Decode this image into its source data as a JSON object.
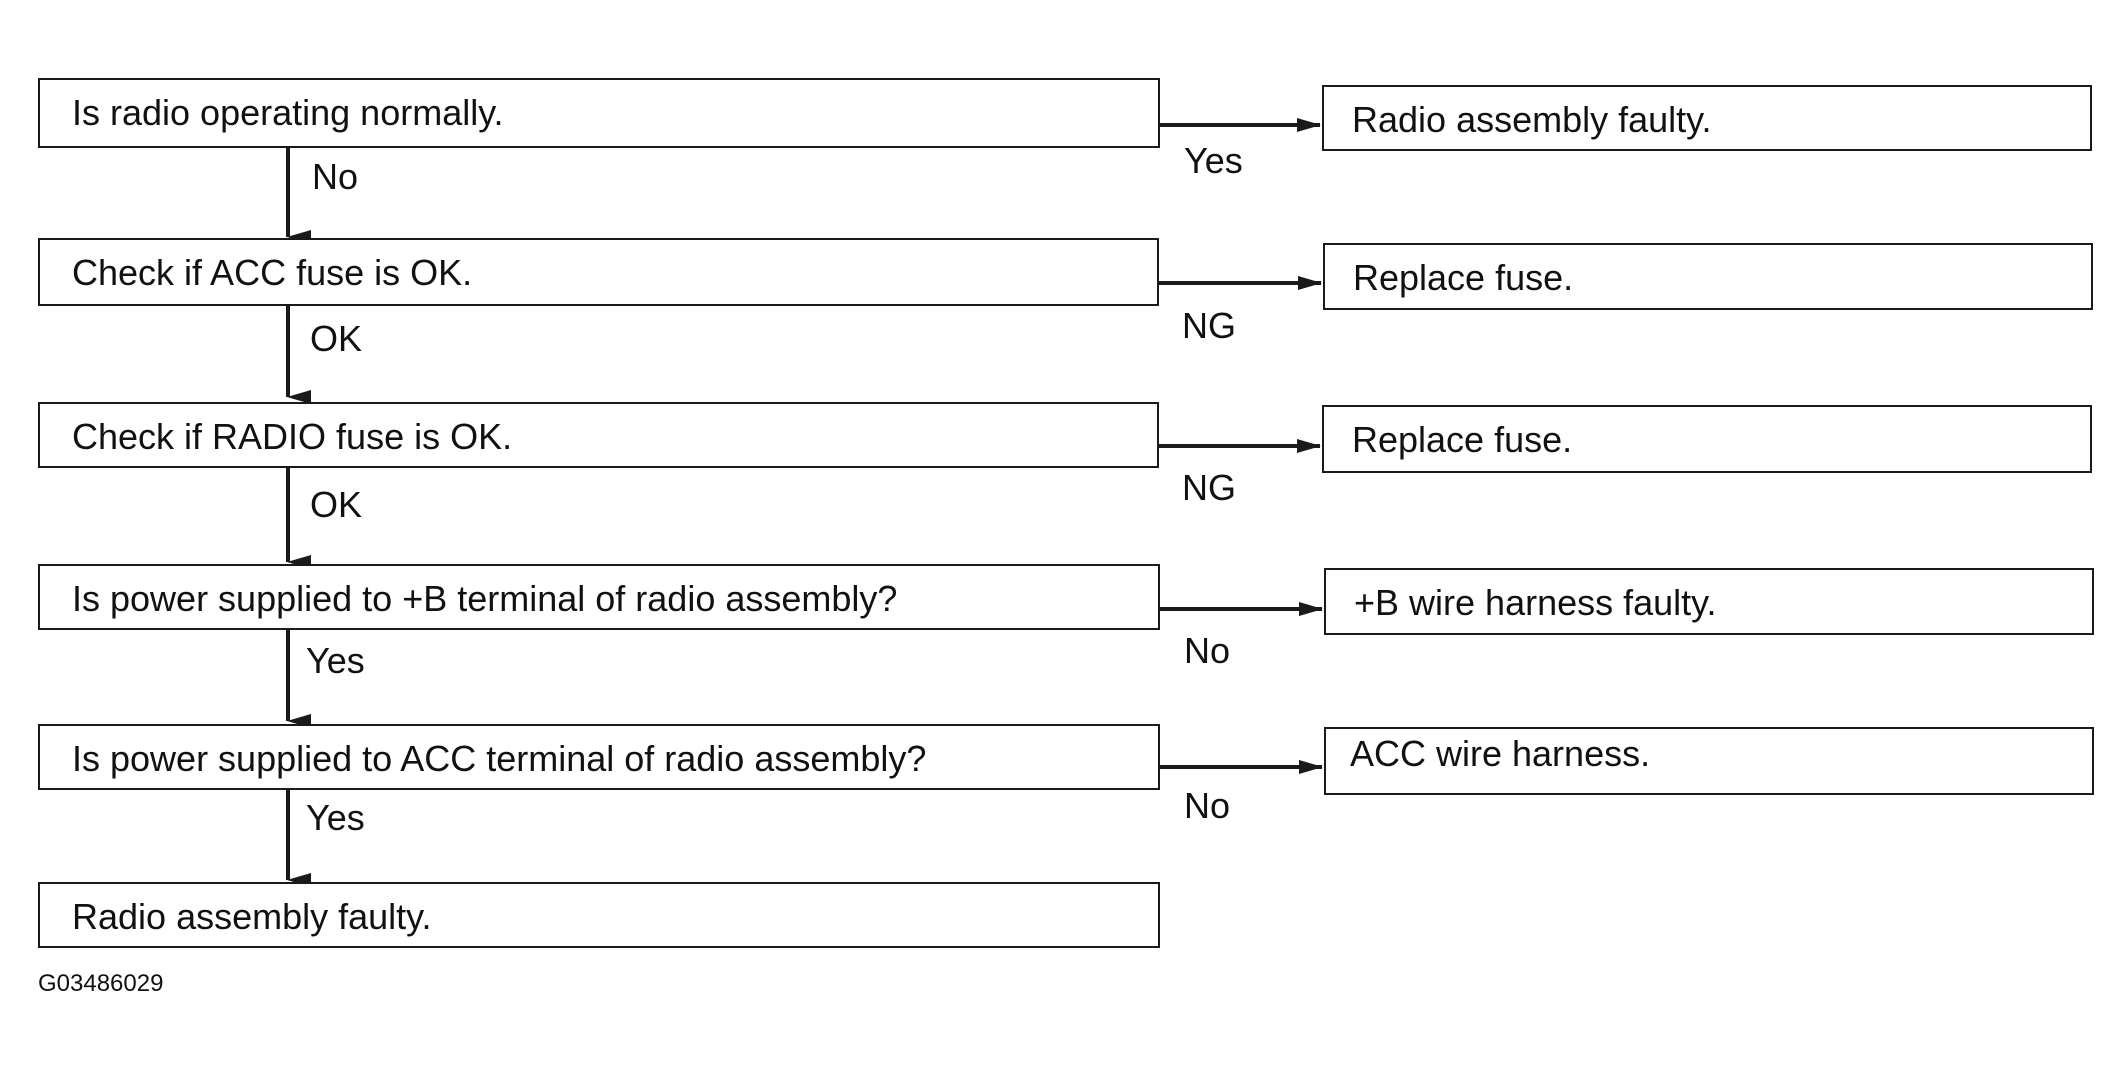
{
  "steps": [
    {
      "text": "Is radio operating normally.",
      "branch_label": "Yes",
      "branch_result": "Radio assembly faulty.",
      "down_label": "No"
    },
    {
      "text": "Check if ACC fuse is OK.",
      "branch_label": "NG",
      "branch_result": "Replace fuse.",
      "down_label": "OK"
    },
    {
      "text": "Check if RADIO fuse is OK.",
      "branch_label": "NG",
      "branch_result": "Replace fuse.",
      "down_label": "OK"
    },
    {
      "text": "Is power supplied to +B terminal of radio assembly?",
      "branch_label": "No",
      "branch_result": "+B wire harness faulty.",
      "down_label": "Yes"
    },
    {
      "text": "Is power supplied to ACC terminal of radio assembly?",
      "branch_label": "No",
      "branch_result": "ACC wire harness.",
      "down_label": "Yes"
    }
  ],
  "final_result": "Radio assembly faulty.",
  "figure_id": "G03486029"
}
